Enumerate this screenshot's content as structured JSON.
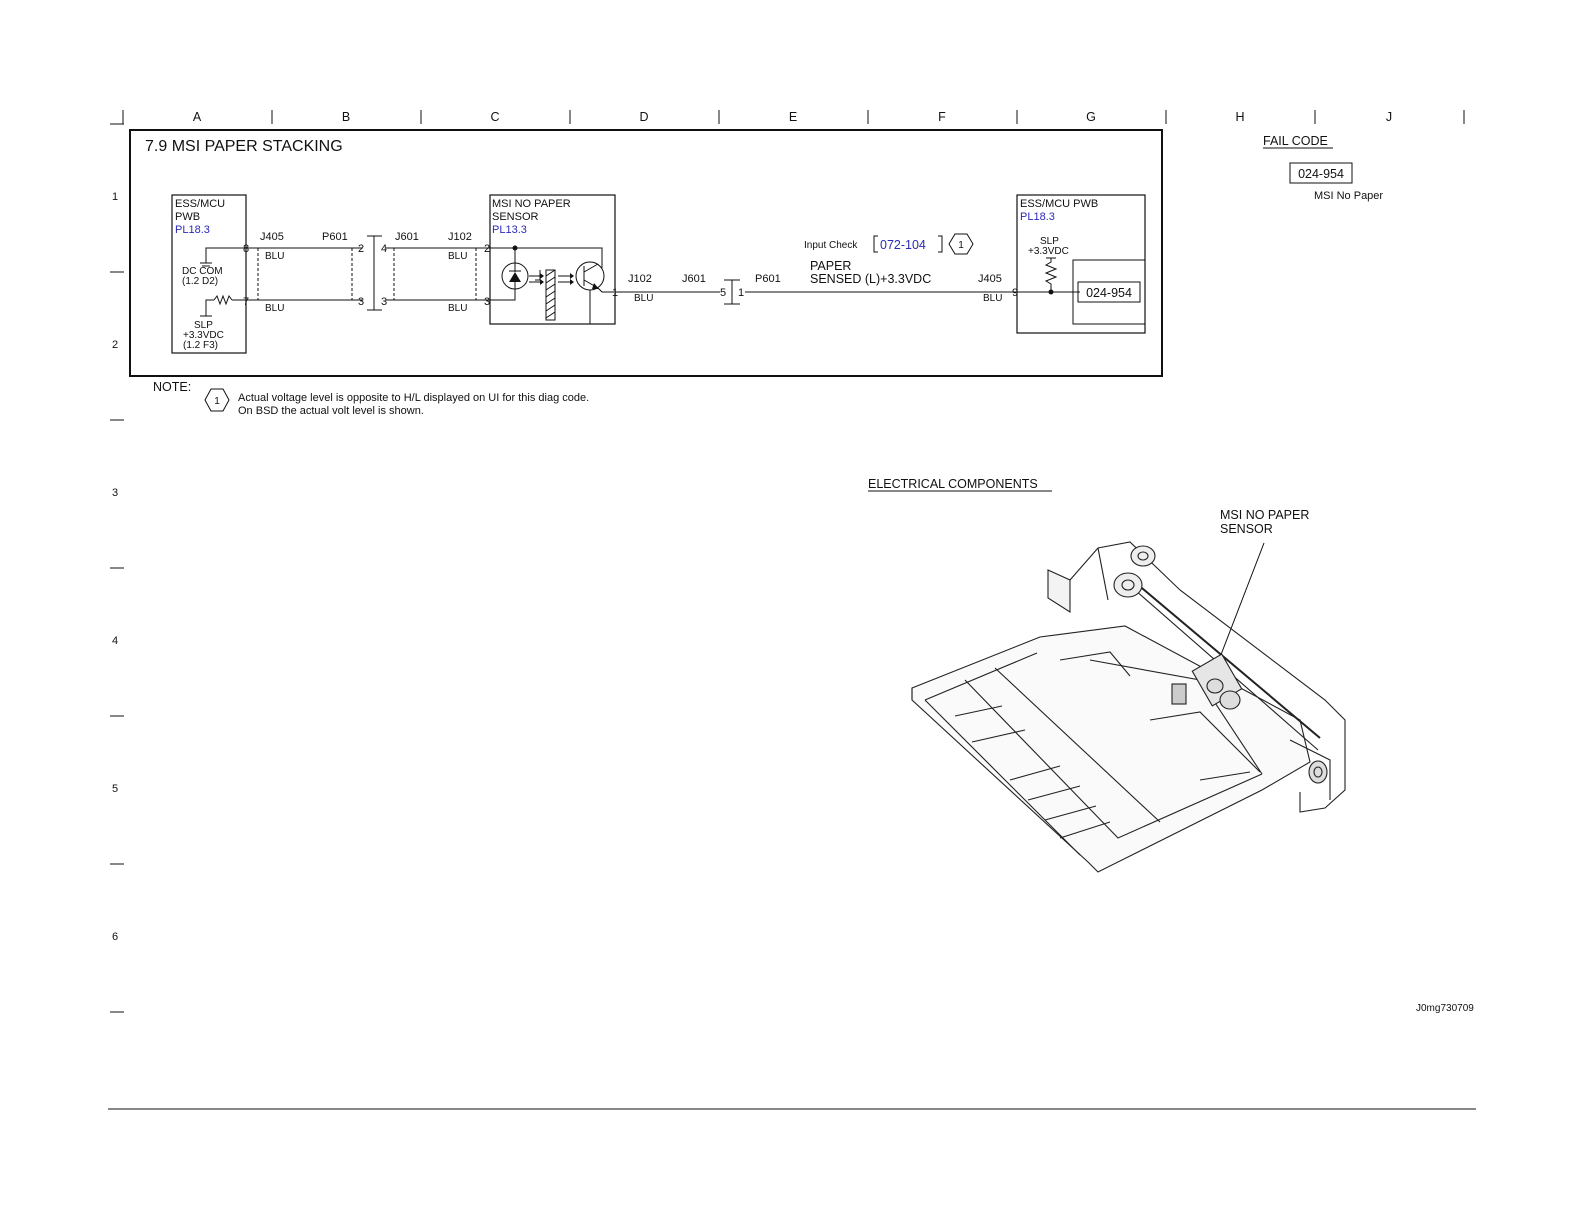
{
  "grid": {
    "columns": [
      "A",
      "B",
      "C",
      "D",
      "E",
      "F",
      "G",
      "H",
      "J"
    ],
    "rows": [
      "1",
      "2",
      "3",
      "4",
      "5",
      "6"
    ]
  },
  "title": "7.9 MSI PAPER STACKING",
  "left_board": {
    "name_line1": "ESS/MCU",
    "name_line2": "PWB",
    "ref": "PL18.3",
    "dc_com_label": "DC COM",
    "dc_com_ref": "(1.2 D2)",
    "slp_label": "SLP",
    "slp_voltage": "+3.3VDC",
    "slp_ref": "(1.2 F3)",
    "pin_8": "8",
    "pin_7": "7"
  },
  "connectors": {
    "j405": "J405",
    "p601": "P601",
    "j601": "J601",
    "j102": "J102",
    "blu": "BLU",
    "pin_2": "2",
    "pin_3": "3",
    "pin_4": "4",
    "pin_1": "1",
    "pin_5": "5",
    "pin_9": "9"
  },
  "sensor": {
    "name_line1": "MSI NO PAPER",
    "name_line2": "SENSOR",
    "ref": "PL13.3"
  },
  "signal": {
    "input_check_label": "Input Check",
    "input_check_code": "072-104",
    "note_marker": "1",
    "line1": "PAPER",
    "line2": "SENSED (L)+3.3VDC"
  },
  "right_board": {
    "name": "ESS/MCU PWB",
    "ref": "PL18.3",
    "slp_label": "SLP",
    "slp_voltage": "+3.3VDC",
    "code": "024-954"
  },
  "fail_code": {
    "heading": "FAIL CODE",
    "code": "024-954",
    "description": "MSI No Paper"
  },
  "note": {
    "label": "NOTE:",
    "marker": "1",
    "line1": "Actual voltage level is opposite to H/L displayed on UI for this diag code.",
    "line2": "On BSD the actual volt level is shown."
  },
  "components": {
    "heading": "ELECTRICAL COMPONENTS",
    "callout_line1": "MSI NO PAPER",
    "callout_line2": "SENSOR",
    "image_id": "J0mg730709"
  }
}
